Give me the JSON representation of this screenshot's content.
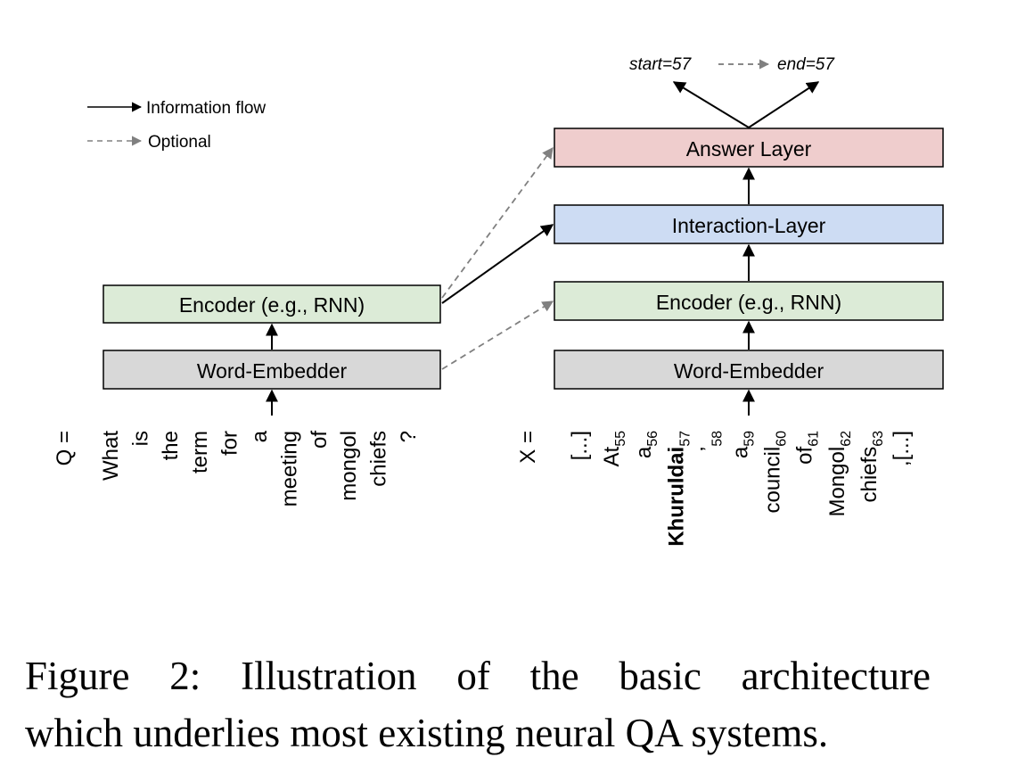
{
  "legend": {
    "information_flow": "Information flow",
    "optional": "Optional"
  },
  "output": {
    "start": "start=57",
    "end": "end=57"
  },
  "question_side": {
    "encoder": "Encoder (e.g., RNN)",
    "embedder": "Word-Embedder",
    "prefix": "Q =",
    "tokens": [
      "What",
      "is",
      "the",
      "term",
      "for",
      "a",
      "meeting",
      "of",
      "mongol",
      "chiefs",
      "?"
    ]
  },
  "context_side": {
    "answer_layer": "Answer Layer",
    "interaction_layer": "Interaction-Layer",
    "encoder": "Encoder (e.g., RNN)",
    "embedder": "Word-Embedder",
    "prefix": "X =",
    "tokens": [
      {
        "text": "[...]",
        "sub": ""
      },
      {
        "text": "At",
        "sub": "55"
      },
      {
        "text": "a",
        "sub": "56"
      },
      {
        "text": "Khuruldai",
        "sub": "57",
        "bold": true
      },
      {
        "text": "’",
        "sub": "58"
      },
      {
        "text": "a",
        "sub": "59"
      },
      {
        "text": "council",
        "sub": "60"
      },
      {
        "text": "of",
        "sub": "61"
      },
      {
        "text": "Mongol",
        "sub": "62"
      },
      {
        "text": "chiefs",
        "sub": "63"
      },
      {
        "text": ",[...]",
        "sub": ""
      }
    ]
  },
  "caption": {
    "line1": "Figure 2: Illustration of the basic architecture",
    "line2": "which underlies most existing neural QA systems."
  },
  "colors": {
    "answer_fill": "#efcdcd",
    "interaction_fill": "#cddcf3",
    "encoder_fill": "#dcebd7",
    "embedder_fill": "#d8d8d8",
    "optional_arrow": "#808080",
    "flow_arrow": "#000000"
  }
}
